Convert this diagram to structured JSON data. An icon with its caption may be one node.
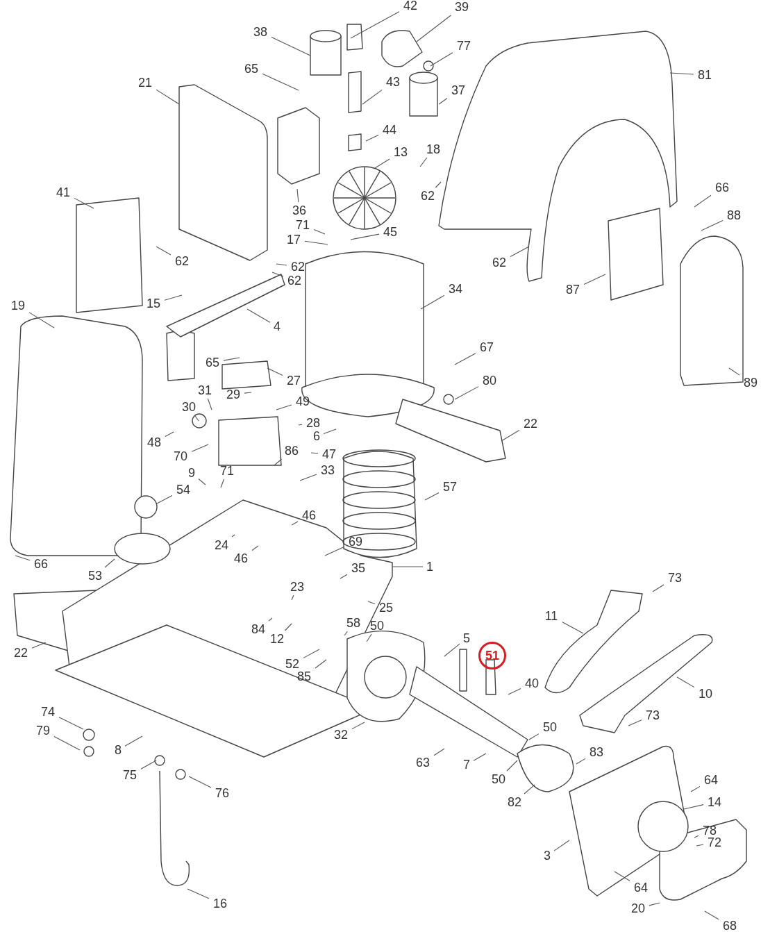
{
  "diagram": {
    "nodes": [
      {
        "text": [
          "42"
        ]
      },
      {
        "text": [
          "39"
        ]
      },
      {
        "text": [
          "38"
        ]
      },
      {
        "text": [
          "77"
        ]
      },
      {
        "text": [
          "65"
        ]
      },
      {
        "text": [
          "81"
        ]
      },
      {
        "text": [
          "21"
        ]
      },
      {
        "text": [
          "43"
        ]
      },
      {
        "text": [
          "37"
        ]
      },
      {
        "text": [
          "44"
        ]
      },
      {
        "text": [
          "13"
        ]
      },
      {
        "text": [
          "18"
        ]
      },
      {
        "text": [
          "62"
        ]
      },
      {
        "text": [
          "36"
        ]
      },
      {
        "text": [
          "66"
        ]
      },
      {
        "text": [
          "41"
        ]
      },
      {
        "text": [
          "71"
        ]
      },
      {
        "text": [
          "88"
        ]
      },
      {
        "text": [
          "45"
        ]
      },
      {
        "text": [
          "17"
        ]
      },
      {
        "text": [
          "62"
        ]
      },
      {
        "text": [
          "62"
        ]
      },
      {
        "text": [
          "62"
        ]
      },
      {
        "text": [
          "62"
        ]
      },
      {
        "text": [
          "19"
        ]
      },
      {
        "text": [
          "15"
        ]
      },
      {
        "text": [
          "34"
        ]
      },
      {
        "text": [
          "87"
        ]
      },
      {
        "text": [
          "4"
        ]
      },
      {
        "text": [
          "67"
        ]
      },
      {
        "text": [
          "65"
        ]
      },
      {
        "text": [
          "27"
        ]
      },
      {
        "text": [
          "80"
        ]
      },
      {
        "text": [
          "89"
        ]
      },
      {
        "text": [
          "31"
        ]
      },
      {
        "text": [
          "29"
        ]
      },
      {
        "text": [
          "30"
        ]
      },
      {
        "text": [
          "49"
        ]
      },
      {
        "text": [
          "28"
        ]
      },
      {
        "text": [
          "22"
        ]
      },
      {
        "text": [
          "6"
        ]
      },
      {
        "text": [
          "48"
        ]
      },
      {
        "text": [
          "86"
        ]
      },
      {
        "text": [
          "47"
        ]
      },
      {
        "text": [
          "70"
        ]
      },
      {
        "text": [
          "33"
        ]
      },
      {
        "text": [
          "9"
        ]
      },
      {
        "text": [
          "71"
        ]
      },
      {
        "text": [
          "57"
        ]
      },
      {
        "text": [
          "54"
        ]
      },
      {
        "text": [
          "46"
        ]
      },
      {
        "text": [
          "69"
        ]
      },
      {
        "text": [
          "24"
        ]
      },
      {
        "text": [
          "66"
        ]
      },
      {
        "text": [
          "46"
        ]
      },
      {
        "text": [
          "35"
        ]
      },
      {
        "text": [
          "1"
        ]
      },
      {
        "text": [
          "53"
        ]
      },
      {
        "text": [
          "73"
        ]
      },
      {
        "text": [
          "23"
        ]
      },
      {
        "text": [
          "25"
        ]
      },
      {
        "text": [
          "11"
        ]
      },
      {
        "text": [
          "84"
        ]
      },
      {
        "text": [
          "58"
        ]
      },
      {
        "text": [
          "50"
        ]
      },
      {
        "text": [
          "12"
        ]
      },
      {
        "text": [
          "5"
        ]
      },
      {
        "text": [
          "22"
        ]
      },
      {
        "text": [
          "51"
        ]
      },
      {
        "text": [
          "52"
        ]
      },
      {
        "text": [
          "85"
        ]
      },
      {
        "text": [
          "40"
        ]
      },
      {
        "text": [
          "10"
        ]
      },
      {
        "text": [
          "74"
        ]
      },
      {
        "text": [
          "73"
        ]
      },
      {
        "text": [
          "79"
        ]
      },
      {
        "text": [
          "50"
        ]
      },
      {
        "text": [
          "32"
        ]
      },
      {
        "text": [
          "8"
        ]
      },
      {
        "text": [
          "83"
        ]
      },
      {
        "text": [
          "63"
        ]
      },
      {
        "text": [
          "7"
        ]
      },
      {
        "text": [
          "75"
        ]
      },
      {
        "text": [
          "64"
        ]
      },
      {
        "text": [
          "50"
        ]
      },
      {
        "text": [
          "76"
        ]
      },
      {
        "text": [
          "14"
        ]
      },
      {
        "text": [
          "82"
        ]
      },
      {
        "text": [
          "78"
        ]
      },
      {
        "text": [
          "72"
        ]
      },
      {
        "text": [
          "3"
        ]
      },
      {
        "text": [
          "64"
        ]
      },
      {
        "text": [
          "16"
        ]
      },
      {
        "text": [
          "20"
        ]
      },
      {
        "text": [
          "68"
        ]
      }
    ],
    "edges": [
      {
        "from": 0,
        "to": null,
        "arrow": "none"
      },
      {
        "from": 1,
        "to": null,
        "arrow": "none"
      },
      {
        "from": 2,
        "to": null,
        "arrow": "none"
      },
      {
        "from": 3,
        "to": null,
        "arrow": "none"
      },
      {
        "from": 4,
        "to": null,
        "arrow": "none"
      },
      {
        "from": 5,
        "to": null,
        "arrow": "none"
      },
      {
        "from": 6,
        "to": null,
        "arrow": "none"
      },
      {
        "from": 7,
        "to": null,
        "arrow": "none"
      },
      {
        "from": 8,
        "to": null,
        "arrow": "none"
      },
      {
        "from": 9,
        "to": null,
        "arrow": "none"
      },
      {
        "from": 10,
        "to": null,
        "arrow": "none"
      },
      {
        "from": 11,
        "to": null,
        "arrow": "none"
      },
      {
        "from": 12,
        "to": null,
        "arrow": "none"
      },
      {
        "from": 13,
        "to": null,
        "arrow": "none"
      },
      {
        "from": 14,
        "to": null,
        "arrow": "none"
      },
      {
        "from": 15,
        "to": null,
        "arrow": "none"
      },
      {
        "from": 16,
        "to": null,
        "arrow": "none"
      },
      {
        "from": 17,
        "to": null,
        "arrow": "none"
      },
      {
        "from": 18,
        "to": null,
        "arrow": "none"
      },
      {
        "from": 19,
        "to": null,
        "arrow": "none"
      },
      {
        "from": 20,
        "to": null,
        "arrow": "none"
      },
      {
        "from": 21,
        "to": null,
        "arrow": "none"
      },
      {
        "from": 22,
        "to": null,
        "arrow": "none"
      },
      {
        "from": 23,
        "to": null,
        "arrow": "none"
      },
      {
        "from": 24,
        "to": null,
        "arrow": "none"
      },
      {
        "from": 25,
        "to": null,
        "arrow": "none"
      },
      {
        "from": 26,
        "to": null,
        "arrow": "none"
      },
      {
        "from": 27,
        "to": null,
        "arrow": "none"
      },
      {
        "from": 28,
        "to": null,
        "arrow": "none"
      },
      {
        "from": 29,
        "to": null,
        "arrow": "none"
      },
      {
        "from": 30,
        "to": null,
        "arrow": "none"
      },
      {
        "from": 31,
        "to": null,
        "arrow": "none"
      },
      {
        "from": 32,
        "to": null,
        "arrow": "none"
      },
      {
        "from": 33,
        "to": null,
        "arrow": "none"
      },
      {
        "from": 34,
        "to": null,
        "arrow": "none"
      },
      {
        "from": 35,
        "to": null,
        "arrow": "none"
      },
      {
        "from": 36,
        "to": null,
        "arrow": "none"
      },
      {
        "from": 37,
        "to": null,
        "arrow": "none"
      },
      {
        "from": 38,
        "to": null,
        "arrow": "none"
      },
      {
        "from": 39,
        "to": null,
        "arrow": "none"
      },
      {
        "from": 40,
        "to": null,
        "arrow": "none"
      },
      {
        "from": 41,
        "to": null,
        "arrow": "none"
      },
      {
        "from": 42,
        "to": null,
        "arrow": "none"
      },
      {
        "from": 43,
        "to": null,
        "arrow": "none"
      },
      {
        "from": 44,
        "to": null,
        "arrow": "none"
      },
      {
        "from": 45,
        "to": null,
        "arrow": "none"
      },
      {
        "from": 46,
        "to": null,
        "arrow": "none"
      },
      {
        "from": 47,
        "to": null,
        "arrow": "none"
      },
      {
        "from": 48,
        "to": null,
        "arrow": "none"
      },
      {
        "from": 49,
        "to": null,
        "arrow": "none"
      },
      {
        "from": 50,
        "to": null,
        "arrow": "none"
      },
      {
        "from": 51,
        "to": null,
        "arrow": "none"
      },
      {
        "from": 52,
        "to": null,
        "arrow": "none"
      },
      {
        "from": 53,
        "to": null,
        "arrow": "none"
      },
      {
        "from": 54,
        "to": null,
        "arrow": "none"
      },
      {
        "from": 55,
        "to": null,
        "arrow": "none"
      },
      {
        "from": 56,
        "to": null,
        "arrow": "none"
      },
      {
        "from": 57,
        "to": null,
        "arrow": "none"
      },
      {
        "from": 58,
        "to": null,
        "arrow": "none"
      },
      {
        "from": 59,
        "to": null,
        "arrow": "none"
      },
      {
        "from": 60,
        "to": null,
        "arrow": "none"
      },
      {
        "from": 61,
        "to": null,
        "arrow": "none"
      },
      {
        "from": 62,
        "to": null,
        "arrow": "none"
      },
      {
        "from": 63,
        "to": null,
        "arrow": "none"
      },
      {
        "from": 64,
        "to": null,
        "arrow": "none"
      },
      {
        "from": 65,
        "to": null,
        "arrow": "none"
      },
      {
        "from": 66,
        "to": null,
        "arrow": "none"
      },
      {
        "from": 67,
        "to": null,
        "arrow": "none"
      },
      {
        "from": 69,
        "to": null,
        "arrow": "none"
      },
      {
        "from": 70,
        "to": null,
        "arrow": "none"
      },
      {
        "from": 71,
        "to": null,
        "arrow": "none"
      },
      {
        "from": 72,
        "to": null,
        "arrow": "none"
      },
      {
        "from": 73,
        "to": null,
        "arrow": "none"
      },
      {
        "from": 74,
        "to": null,
        "arrow": "none"
      },
      {
        "from": 75,
        "to": null,
        "arrow": "none"
      },
      {
        "from": 76,
        "to": null,
        "arrow": "none"
      },
      {
        "from": 77,
        "to": null,
        "arrow": "none"
      },
      {
        "from": 78,
        "to": null,
        "arrow": "none"
      },
      {
        "from": 79,
        "to": null,
        "arrow": "none"
      },
      {
        "from": 80,
        "to": null,
        "arrow": "none"
      },
      {
        "from": 81,
        "to": null,
        "arrow": "none"
      },
      {
        "from": 82,
        "to": null,
        "arrow": "none"
      },
      {
        "from": 83,
        "to": null,
        "arrow": "none"
      },
      {
        "from": 84,
        "to": null,
        "arrow": "none"
      },
      {
        "from": 85,
        "to": null,
        "arrow": "none"
      },
      {
        "from": 86,
        "to": null,
        "arrow": "none"
      },
      {
        "from": 87,
        "to": null,
        "arrow": "none"
      },
      {
        "from": 88,
        "to": null,
        "arrow": "none"
      },
      {
        "from": 89,
        "to": null,
        "arrow": "none"
      },
      {
        "from": 90,
        "to": null,
        "arrow": "none"
      },
      {
        "from": 91,
        "to": null,
        "arrow": "none"
      },
      {
        "from": 92,
        "to": null,
        "arrow": "none"
      },
      {
        "from": 93,
        "to": null,
        "arrow": "none"
      },
      {
        "from": 94,
        "to": null,
        "arrow": "none"
      }
    ]
  }
}
